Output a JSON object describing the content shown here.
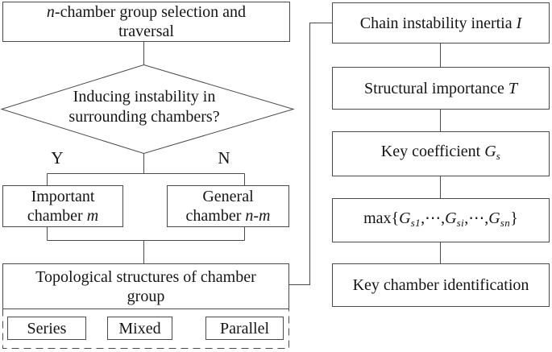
{
  "figure": {
    "type": "flowchart",
    "colors": {
      "line": "#4a4a4a",
      "text": "#151515",
      "background": "#ffffff"
    },
    "nodes": {
      "selection": {
        "lines": [
          [
            {
              "t": "n",
              "s": "i"
            },
            {
              "t": "-chamber group selection and"
            }
          ],
          [
            {
              "t": "traversal"
            }
          ]
        ]
      },
      "decision": {
        "lines": [
          [
            {
              "t": "Inducing instability in"
            }
          ],
          [
            {
              "t": "surrounding chambers?"
            }
          ]
        ]
      },
      "branch_yes": "Y",
      "branch_no": "N",
      "important": {
        "lines": [
          [
            {
              "t": "Important"
            }
          ],
          [
            {
              "t": "chamber "
            },
            {
              "t": "m",
              "s": "i"
            }
          ]
        ]
      },
      "general": {
        "lines": [
          [
            {
              "t": "General"
            }
          ],
          [
            {
              "t": "chamber "
            },
            {
              "t": "n-m",
              "s": "i"
            }
          ]
        ]
      },
      "topological": {
        "lines": [
          [
            {
              "t": "Topological structures of chamber"
            }
          ],
          [
            {
              "t": "group"
            }
          ]
        ]
      },
      "series": {
        "lines": [
          [
            {
              "t": "Series"
            }
          ]
        ]
      },
      "mixed": {
        "lines": [
          [
            {
              "t": "Mixed"
            }
          ]
        ]
      },
      "parallel": {
        "lines": [
          [
            {
              "t": "Parallel"
            }
          ]
        ]
      },
      "chain_inertia": {
        "lines": [
          [
            {
              "t": "Chain instability inertia "
            },
            {
              "t": "I",
              "s": "i"
            }
          ]
        ]
      },
      "structural_importance": {
        "lines": [
          [
            {
              "t": "Structural importance "
            },
            {
              "t": "T",
              "s": "i"
            }
          ]
        ]
      },
      "key_coefficient": {
        "lines": [
          [
            {
              "t": "Key coefficient "
            },
            {
              "t": "G",
              "s": "i"
            },
            {
              "t": "s",
              "s": "isub"
            }
          ]
        ]
      },
      "max_selection": {
        "lines": [
          [
            {
              "t": "max{"
            },
            {
              "t": "G",
              "s": "i"
            },
            {
              "t": "s1",
              "s": "isub"
            },
            {
              "t": ",⋯,"
            },
            {
              "t": "G",
              "s": "i"
            },
            {
              "t": "si",
              "s": "isub"
            },
            {
              "t": ",⋯,"
            },
            {
              "t": "G",
              "s": "i"
            },
            {
              "t": "sn",
              "s": "isub"
            },
            {
              "t": "}"
            }
          ]
        ]
      },
      "key_identification": {
        "lines": [
          [
            {
              "t": "Key chamber identification"
            }
          ]
        ]
      }
    }
  }
}
